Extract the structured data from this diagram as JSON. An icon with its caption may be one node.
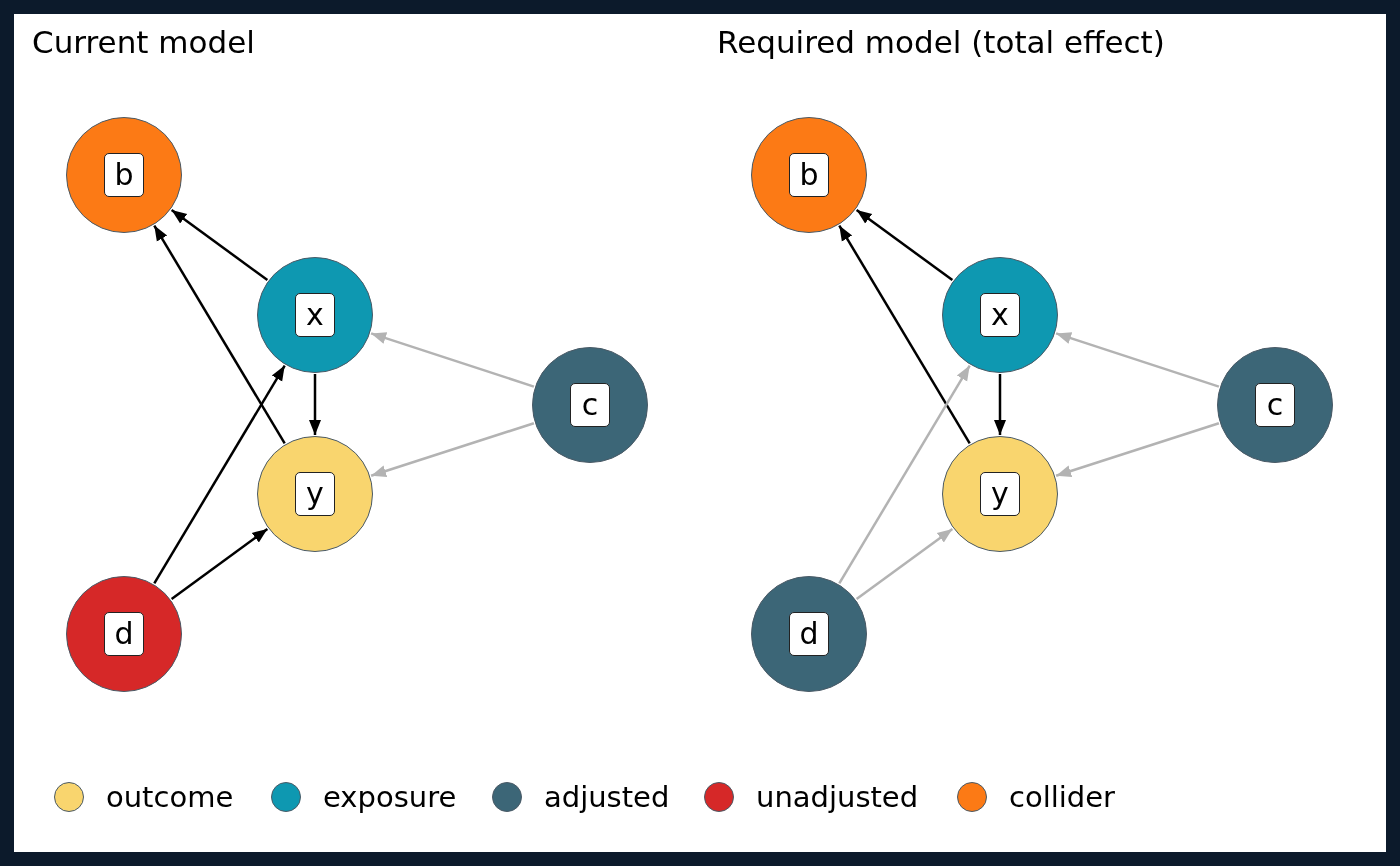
{
  "diagram": {
    "nodes": [
      {
        "text": [
          "b"
        ]
      },
      {
        "text": [
          "x"
        ]
      },
      {
        "text": [
          "c"
        ]
      },
      {
        "text": [
          "y"
        ]
      },
      {
        "text": [
          "d"
        ]
      },
      {
        "text": [
          "b"
        ]
      },
      {
        "text": [
          "x"
        ]
      },
      {
        "text": [
          "c"
        ]
      },
      {
        "text": [
          "y"
        ]
      },
      {
        "text": [
          "d"
        ]
      }
    ],
    "edges": [
      {
        "from": 1,
        "to": 0,
        "arrow": "to"
      },
      {
        "from": 3,
        "to": 0,
        "arrow": "to"
      },
      {
        "from": 1,
        "to": 3,
        "arrow": "to"
      },
      {
        "from": 2,
        "to": 1,
        "arrow": "to",
        "color": "#b3b3b3"
      },
      {
        "from": 2,
        "to": 3,
        "arrow": "to",
        "color": "#b3b3b3"
      },
      {
        "from": 4,
        "to": 1,
        "arrow": "to"
      },
      {
        "from": 4,
        "to": 3,
        "arrow": "to"
      },
      {
        "from": 6,
        "to": 5,
        "arrow": "to"
      },
      {
        "from": 8,
        "to": 5,
        "arrow": "to"
      },
      {
        "from": 6,
        "to": 8,
        "arrow": "to"
      },
      {
        "from": 7,
        "to": 6,
        "arrow": "to",
        "color": "#b3b3b3"
      },
      {
        "from": 7,
        "to": 8,
        "arrow": "to",
        "color": "#b3b3b3"
      },
      {
        "from": 9,
        "to": 6,
        "arrow": "to",
        "color": "#b3b3b3"
      },
      {
        "from": 9,
        "to": 8,
        "arrow": "to",
        "color": "#b3b3b3"
      }
    ],
    "labels": [
      "Current model",
      "Required model (total effect)"
    ],
    "legend": [
      {
        "text": "outcome",
        "color": "#f9d56e"
      },
      {
        "text": "exposure",
        "color": "#0e98b1"
      },
      {
        "text": "adjusted",
        "color": "#3c6677"
      },
      {
        "text": "unadjusted",
        "color": "#d62828"
      },
      {
        "text": "collider",
        "color": "#fc7a15"
      }
    ]
  }
}
